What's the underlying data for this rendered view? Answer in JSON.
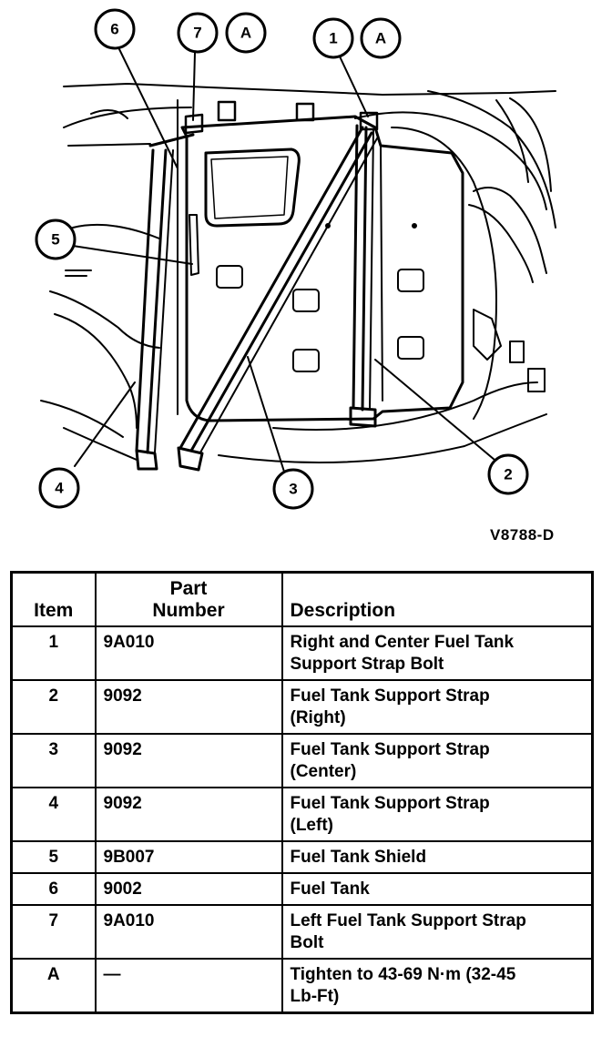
{
  "figure": {
    "figure_id": "V8788-D",
    "callouts": [
      {
        "key": "c6",
        "label": "6"
      },
      {
        "key": "c7",
        "label": "7"
      },
      {
        "key": "cA1",
        "label": "A"
      },
      {
        "key": "c1",
        "label": "1"
      },
      {
        "key": "cA2",
        "label": "A"
      },
      {
        "key": "c5",
        "label": "5"
      },
      {
        "key": "c4",
        "label": "4"
      },
      {
        "key": "c3",
        "label": "3"
      },
      {
        "key": "c2",
        "label": "2"
      }
    ]
  },
  "table": {
    "headers": {
      "item": "Item",
      "part_line1": "Part",
      "part_line2": "Number",
      "description": "Description"
    },
    "rows": [
      {
        "item": "1",
        "part": "9A010",
        "desc_1": "Right and Center Fuel Tank",
        "desc_2": "Support Strap Bolt"
      },
      {
        "item": "2",
        "part": "9092",
        "desc_1": "Fuel Tank Support Strap",
        "desc_2": "(Right)"
      },
      {
        "item": "3",
        "part": "9092",
        "desc_1": "Fuel Tank Support Strap",
        "desc_2": "(Center)"
      },
      {
        "item": "4",
        "part": "9092",
        "desc_1": "Fuel Tank Support Strap",
        "desc_2": "(Left)"
      },
      {
        "item": "5",
        "part": "9B007",
        "desc_1": "Fuel Tank Shield",
        "desc_2": ""
      },
      {
        "item": "6",
        "part": "9002",
        "desc_1": "Fuel Tank",
        "desc_2": ""
      },
      {
        "item": "7",
        "part": "9A010",
        "desc_1": "Left Fuel Tank Support Strap",
        "desc_2": "Bolt"
      },
      {
        "item": "A",
        "part": "—",
        "desc_1": "Tighten to 43-69 N·m (32-45",
        "desc_2": "Lb-Ft)"
      }
    ]
  }
}
